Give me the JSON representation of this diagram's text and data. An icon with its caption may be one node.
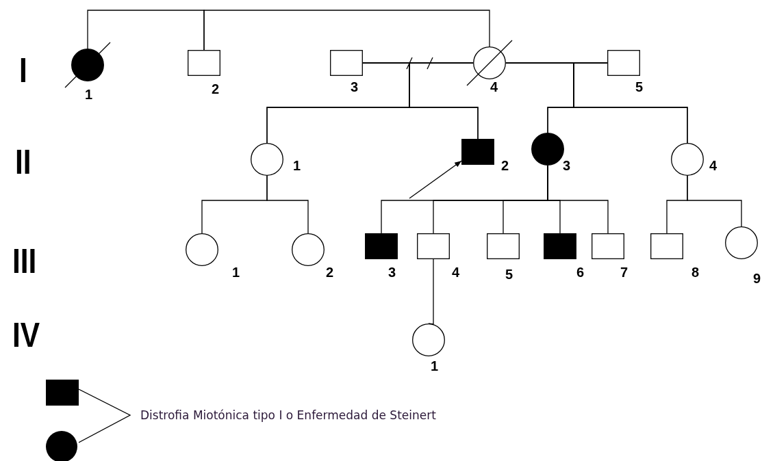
{
  "diagram": {
    "nodes": [
      {
        "text": [],
        "shape": "circle",
        "beside": [
          "1"
        ]
      },
      {
        "text": [],
        "shape": "box",
        "beside": [
          "2"
        ]
      },
      {
        "text": [],
        "shape": "box",
        "beside": [
          "3"
        ]
      },
      {
        "text": [],
        "shape": "circle",
        "beside": [
          "4"
        ]
      },
      {
        "text": [],
        "shape": "box",
        "beside": [
          "5"
        ]
      },
      {
        "text": [],
        "shape": "circle",
        "beside": [
          "1"
        ]
      },
      {
        "text": [],
        "shape": "box",
        "beside": [
          "2"
        ]
      },
      {
        "text": [],
        "shape": "circle",
        "beside": [
          "3"
        ]
      },
      {
        "text": [],
        "shape": "circle",
        "beside": [
          "4"
        ]
      },
      {
        "text": [],
        "shape": "circle",
        "beside": [
          "1"
        ]
      },
      {
        "text": [],
        "shape": "circle",
        "beside": [
          "2"
        ]
      },
      {
        "text": [],
        "shape": "box",
        "beside": [
          "3"
        ]
      },
      {
        "text": [],
        "shape": "box",
        "beside": [
          "4"
        ]
      },
      {
        "text": [],
        "shape": "box",
        "beside": [
          "5"
        ]
      },
      {
        "text": [],
        "shape": "box",
        "beside": [
          "6"
        ]
      },
      {
        "text": [],
        "shape": "box",
        "beside": [
          "7"
        ]
      },
      {
        "text": [],
        "shape": "box",
        "beside": [
          "8"
        ]
      },
      {
        "text": [],
        "shape": "circle",
        "beside": [
          "9"
        ]
      },
      {
        "text": [],
        "shape": "circle",
        "beside": [
          "1"
        ]
      }
    ],
    "edges": [
      {
        "from": 0,
        "to": 1,
        "arrow": "none"
      },
      {
        "from": 1,
        "to": 3,
        "arrow": "none"
      },
      {
        "from": 2,
        "to": 3,
        "arrow": "none"
      },
      {
        "from": 3,
        "to": 4,
        "arrow": "none"
      },
      {
        "from": 2,
        "to": 5,
        "arrow": "none"
      },
      {
        "from": 2,
        "to": 6,
        "arrow": "none"
      },
      {
        "from": 3,
        "to": 5,
        "arrow": "none"
      },
      {
        "from": 3,
        "to": 6,
        "arrow": "none"
      },
      {
        "from": 3,
        "to": 7,
        "arrow": "none"
      },
      {
        "from": 3,
        "to": 8,
        "arrow": "none"
      },
      {
        "from": 4,
        "to": 7,
        "arrow": "none"
      },
      {
        "from": 4,
        "to": 8,
        "arrow": "none"
      },
      {
        "from": 5,
        "to": 9,
        "arrow": "none"
      },
      {
        "from": 5,
        "to": 10,
        "arrow": "none"
      },
      {
        "from": 7,
        "to": 11,
        "arrow": "none"
      },
      {
        "from": 7,
        "to": 12,
        "arrow": "none"
      },
      {
        "from": 7,
        "to": 13,
        "arrow": "none"
      },
      {
        "from": 7,
        "to": 14,
        "arrow": "none"
      },
      {
        "from": 7,
        "to": 15,
        "arrow": "none"
      },
      {
        "from": 8,
        "to": 16,
        "arrow": "none"
      },
      {
        "from": 8,
        "to": 17,
        "arrow": "none"
      },
      {
        "from": 12,
        "to": 18,
        "arrow": "none"
      },
      {
        "from": null,
        "to": 6,
        "arrow": "to"
      }
    ],
    "labels": [
      "I",
      "II",
      "III",
      "IV"
    ],
    "legend": [
      {
        "text": "Distrofia Miotónica tipo I o Enfermedad de Steinert"
      }
    ]
  }
}
